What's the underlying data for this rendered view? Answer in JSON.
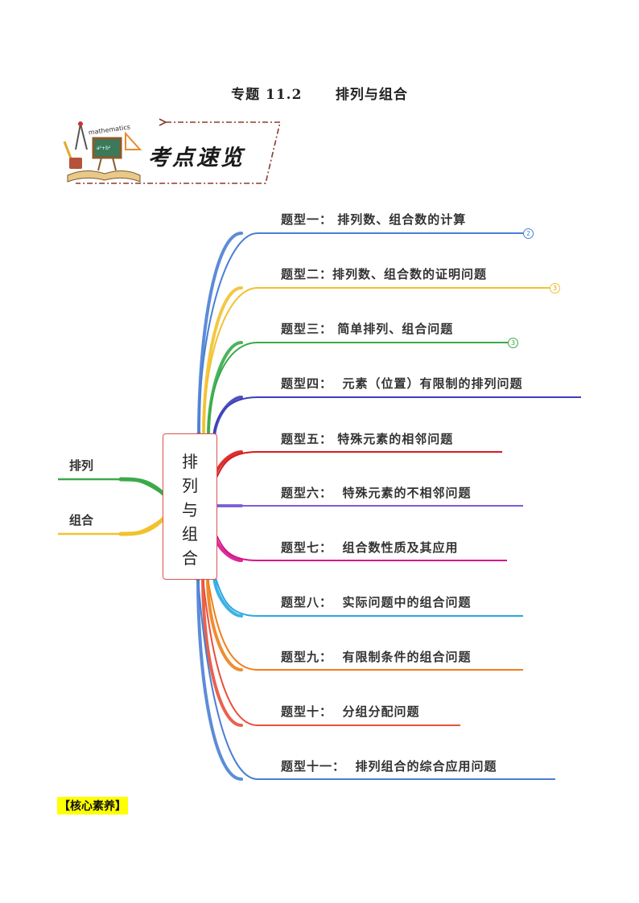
{
  "page": {
    "title": "专题 11.2      排列与组合"
  },
  "banner": {
    "text": "考点速览",
    "logo_text": "mathematics"
  },
  "mindmap": {
    "center_chars": [
      "排",
      "列",
      "与",
      "组",
      "合"
    ],
    "left_branches": [
      {
        "label": "排列",
        "color": "#3aaa4a"
      },
      {
        "label": "组合",
        "color": "#f2c12e"
      }
    ],
    "branches": [
      {
        "label": "题型一： 排列数、组合数的计算",
        "color": "#4a7fd4",
        "badge": "2"
      },
      {
        "label": "题型二：排列数、组合数的证明问题",
        "color": "#f2c12e",
        "badge": "3"
      },
      {
        "label": "题型三： 简单排列、组合问题",
        "color": "#3aaa4a",
        "badge": "3"
      },
      {
        "label": "题型四：  元素（位置）有限制的排列问题",
        "color": "#3b3fb8",
        "badge": ""
      },
      {
        "label": "题型五： 特殊元素的相邻问题",
        "color": "#d7191c",
        "badge": ""
      },
      {
        "label": "题型六：  特殊元素的不相邻问题",
        "color": "#7b5cd6",
        "badge": ""
      },
      {
        "label": "题型七：  组合数性质及其应用",
        "color": "#d4148c",
        "badge": ""
      },
      {
        "label": "题型八：  实际问题中的组合问题",
        "color": "#29a8e0",
        "badge": ""
      },
      {
        "label": "题型九：  有限制条件的组合问题",
        "color": "#f07f1a",
        "badge": ""
      },
      {
        "label": "题型十：  分组分配问题",
        "color": "#e8503a",
        "badge": ""
      },
      {
        "label": "题型十一：  排列组合的综合应用问题",
        "color": "#4a7fd4",
        "badge": ""
      }
    ]
  },
  "core_literacy": "【核心素养】"
}
